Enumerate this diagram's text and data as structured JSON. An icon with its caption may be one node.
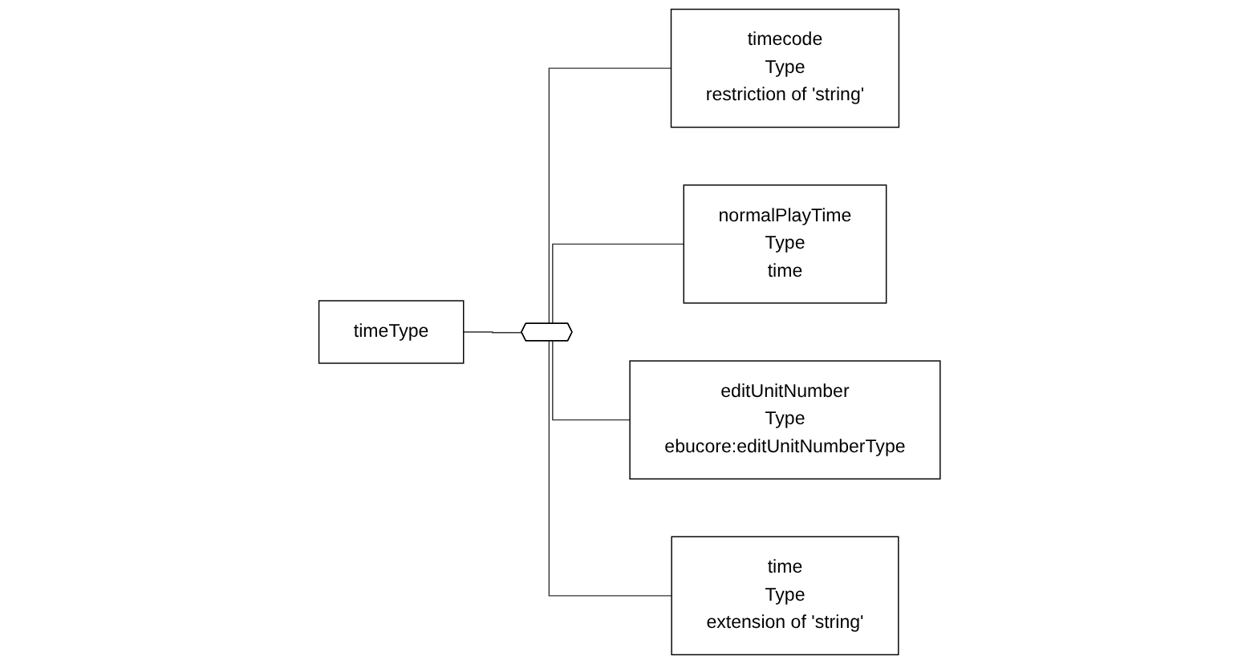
{
  "diagram": {
    "nodes": [
      {
        "text": [
          "timeType"
        ]
      },
      {
        "text": [],
        "shape": "octagon"
      },
      {
        "text": [
          "timecode",
          "Type",
          "restriction of 'string'"
        ]
      },
      {
        "text": [
          "normalPlayTime",
          "Type",
          "time"
        ]
      },
      {
        "text": [
          "editUnitNumber",
          "Type",
          "ebucore:editUnitNumberType"
        ]
      },
      {
        "text": [
          "time",
          "Type",
          "extension of 'string'"
        ]
      }
    ],
    "edges": [
      {
        "from": 0,
        "to": 1,
        "arrow": "none"
      },
      {
        "from": 1,
        "to": 2,
        "arrow": "none"
      },
      {
        "from": 1,
        "to": 3,
        "arrow": "none"
      },
      {
        "from": 1,
        "to": 4,
        "arrow": "none"
      },
      {
        "from": 1,
        "to": 5,
        "arrow": "none"
      }
    ]
  }
}
